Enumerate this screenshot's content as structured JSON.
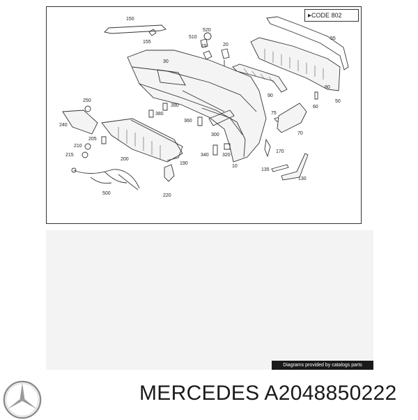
{
  "diagram": {
    "code_label": "CODE 802",
    "callouts": [
      "150",
      "155",
      "510",
      "520",
      "15",
      "20",
      "30",
      "55",
      "80",
      "60",
      "50",
      "250",
      "240",
      "380",
      "390",
      "360",
      "300",
      "90",
      "75",
      "70",
      "205",
      "210",
      "215",
      "200",
      "190",
      "340",
      "320",
      "170",
      "10",
      "135",
      "130",
      "500",
      "220"
    ]
  },
  "footer": {
    "credit": "Diagrams provided by catalogs parts",
    "brand": "MERCEDES",
    "part_number": "A2048850222",
    "logo": "mercedes-star-logo"
  },
  "colors": {
    "line": "#333333",
    "credit_bar": "#1a1a1a",
    "panel": "#f3f3f3"
  }
}
